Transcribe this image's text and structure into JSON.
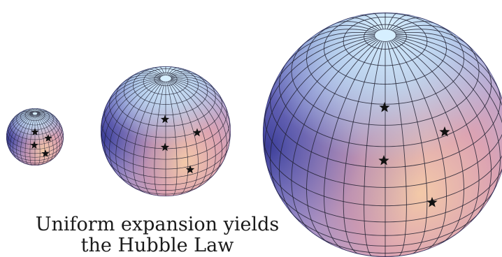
{
  "caption": {
    "line1": "Uniform expansion yields",
    "line2": "the Hubble Law"
  },
  "colors": {
    "sphere_light": "#c9e4f5",
    "sphere_mid": "#b7a7d8",
    "sphere_warm": "#d9a2b2",
    "sphere_peach": "#f0c4a6",
    "sphere_dark": "#3d3f9c",
    "grid_line": "#202030",
    "star": "#111111"
  },
  "diagram": {
    "spheres": [
      {
        "name": "small",
        "stars": 4
      },
      {
        "name": "medium",
        "stars": 4
      },
      {
        "name": "large",
        "stars": 4
      }
    ]
  }
}
